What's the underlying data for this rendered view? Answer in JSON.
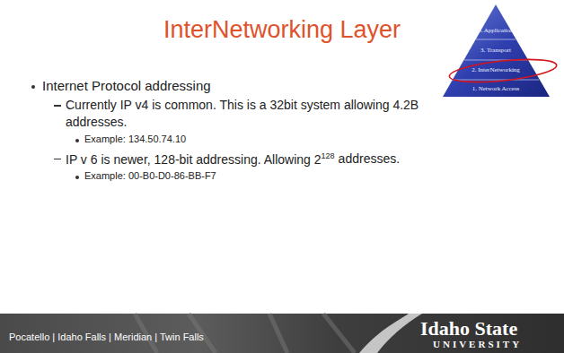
{
  "diagram": {
    "title": "InterNetworking Layer",
    "nodes": [
      {
        "text": [
          "4. Application"
        ]
      },
      {
        "text": [
          "3. Transport"
        ]
      },
      {
        "text": [
          "2. InterNetworking"
        ]
      },
      {
        "text": [
          "1. Network Access"
        ]
      }
    ],
    "labels": [
      "Internet Protocol addressing",
      "Currently IP v4 is common. This is a 32bit system allowing 4.2B addresses.",
      "Example: 134.50.74.10",
      "IP v 6 is newer, 128-bit addressing. Allowing 2",
      "128",
      "addresses.",
      "Example: 00-B0-D0-86-BB-F7",
      "Pocatello | Idaho Falls | Meridian | Twin Falls",
      "Idaho State",
      "UNIVERSITY"
    ]
  }
}
